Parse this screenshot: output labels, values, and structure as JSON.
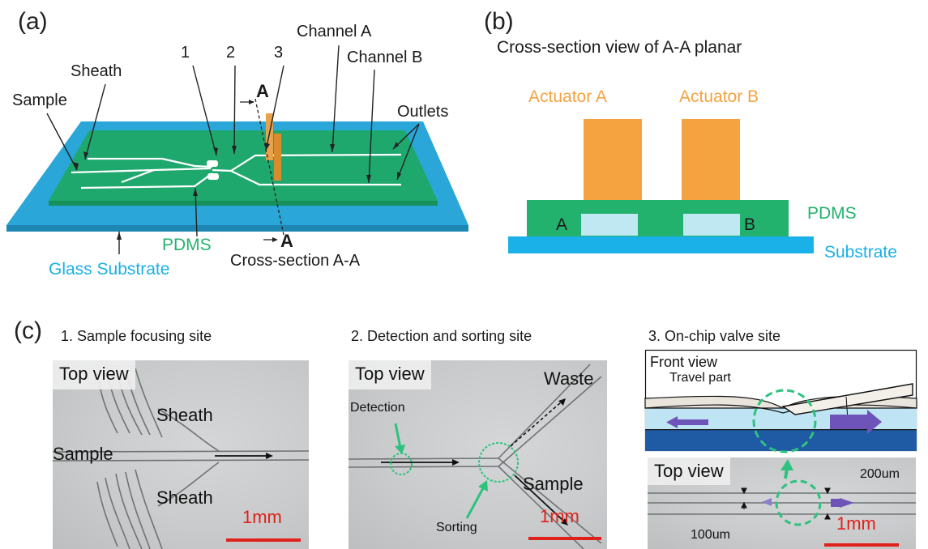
{
  "panel_a": {
    "letter": "(a)",
    "labels": {
      "sample": "Sample",
      "sheath": "Sheath",
      "num1": "1",
      "num2": "2",
      "num3": "3",
      "channel_a": "Channel A",
      "channel_b": "Channel B",
      "outlets": "Outlets",
      "pdms": "PDMS",
      "glass_substrate": "Glass Substrate",
      "cross_section": "Cross-section A-A",
      "marker_top": "A",
      "marker_bottom": "A"
    }
  },
  "panel_b": {
    "letter": "(b)",
    "title": "Cross-section view of A-A planar",
    "actuator_a": "Actuator A",
    "actuator_b": "Actuator B",
    "pdms": "PDMS",
    "substrate": "Substrate",
    "channel_a": "A",
    "channel_b": "B"
  },
  "panel_c": {
    "letter": "(c)",
    "site1": {
      "title": "1. Sample focusing site",
      "top_view": "Top view",
      "sheath_top": "Sheath",
      "sample": "Sample",
      "sheath_bottom": "Sheath",
      "scale": "1mm"
    },
    "site2": {
      "title": "2. Detection and sorting site",
      "top_view": "Top view",
      "waste": "Waste",
      "detection": "Detection",
      "sample": "Sample",
      "sorting": "Sorting",
      "scale": "1mm"
    },
    "site3": {
      "title": "3. On-chip valve site",
      "front_view": "Front view",
      "travel_part": "Travel part",
      "top_view": "Top view",
      "width_200": "200um",
      "width_100": "100um",
      "scale": "1mm"
    }
  },
  "colors": {
    "glass": "#2aa7d8",
    "pdms": "#23b26d",
    "actuator": "#f4a340",
    "substrate_b": "#19b1e8",
    "channel_fill": "#bfe8f2",
    "scale_red": "#e0201a",
    "guide_green": "#2ec27e",
    "valve_purple": "#6e54b8"
  }
}
